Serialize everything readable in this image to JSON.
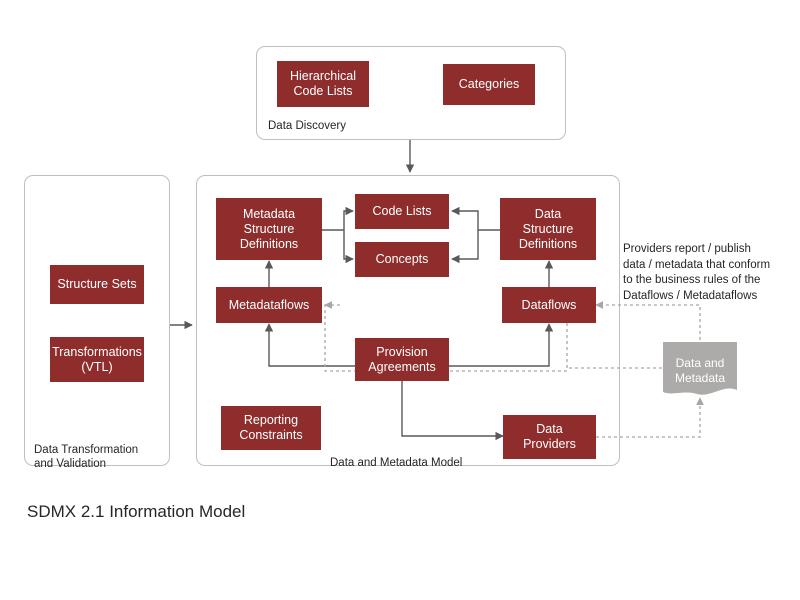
{
  "title": "SDMX 2.1 Information Model",
  "colors": {
    "node_fill": "#8E2D2C",
    "node_text": "#FFFFFF",
    "panel_border": "#BFBFBF",
    "solid_arrow": "#595959",
    "dotted_arrow": "#A6A6A6",
    "document_fill": "#ADABA9",
    "background": "#FFFFFF",
    "text": "#262626"
  },
  "panels": [
    {
      "id": "data-discovery",
      "label": "Data Discovery"
    },
    {
      "id": "data-transformation-and-validation",
      "label": "Data Transformation\nand Validation"
    },
    {
      "id": "data-and-metadata-model",
      "label": "Data and Metadata Model"
    }
  ],
  "nodes": {
    "hierarchical_code_lists": "Hierarchical\nCode Lists",
    "categories": "Categories",
    "structure_sets": "Structure Sets",
    "transformations_vtl": "Transformations\n(VTL)",
    "metadata_structure_definitions": "Metadata\nStructure\nDefinitions",
    "code_lists": "Code Lists",
    "concepts": "Concepts",
    "data_structure_definitions": "Data\nStructure\nDefinitions",
    "metadataflows": "Metadataflows",
    "dataflows": "Dataflows",
    "provision_agreements": "Provision\nAgreements",
    "reporting_constraints": "Reporting\nConstraints",
    "data_providers": "Data\nProviders",
    "data_and_metadata": "Data and\nMetadata"
  },
  "annotation": "Providers report / publish\ndata / metadata that conform\nto the business rules of the\nDataflows / Metadataflows"
}
